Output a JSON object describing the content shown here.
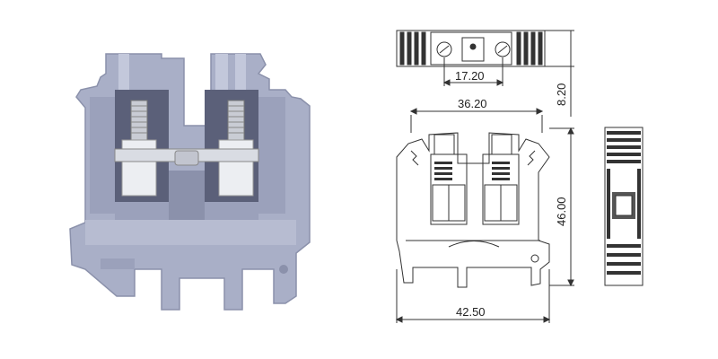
{
  "dimensions": {
    "top_gap": "17.20",
    "top_height": "8.20",
    "body_width": "36.20",
    "body_height": "46.00",
    "base_width": "42.50"
  },
  "colors": {
    "housing": "#a9afc7",
    "housing_light": "#c3c8db",
    "housing_dark": "#8b91ab",
    "metal": "#d9dce3",
    "line": "#333333"
  }
}
